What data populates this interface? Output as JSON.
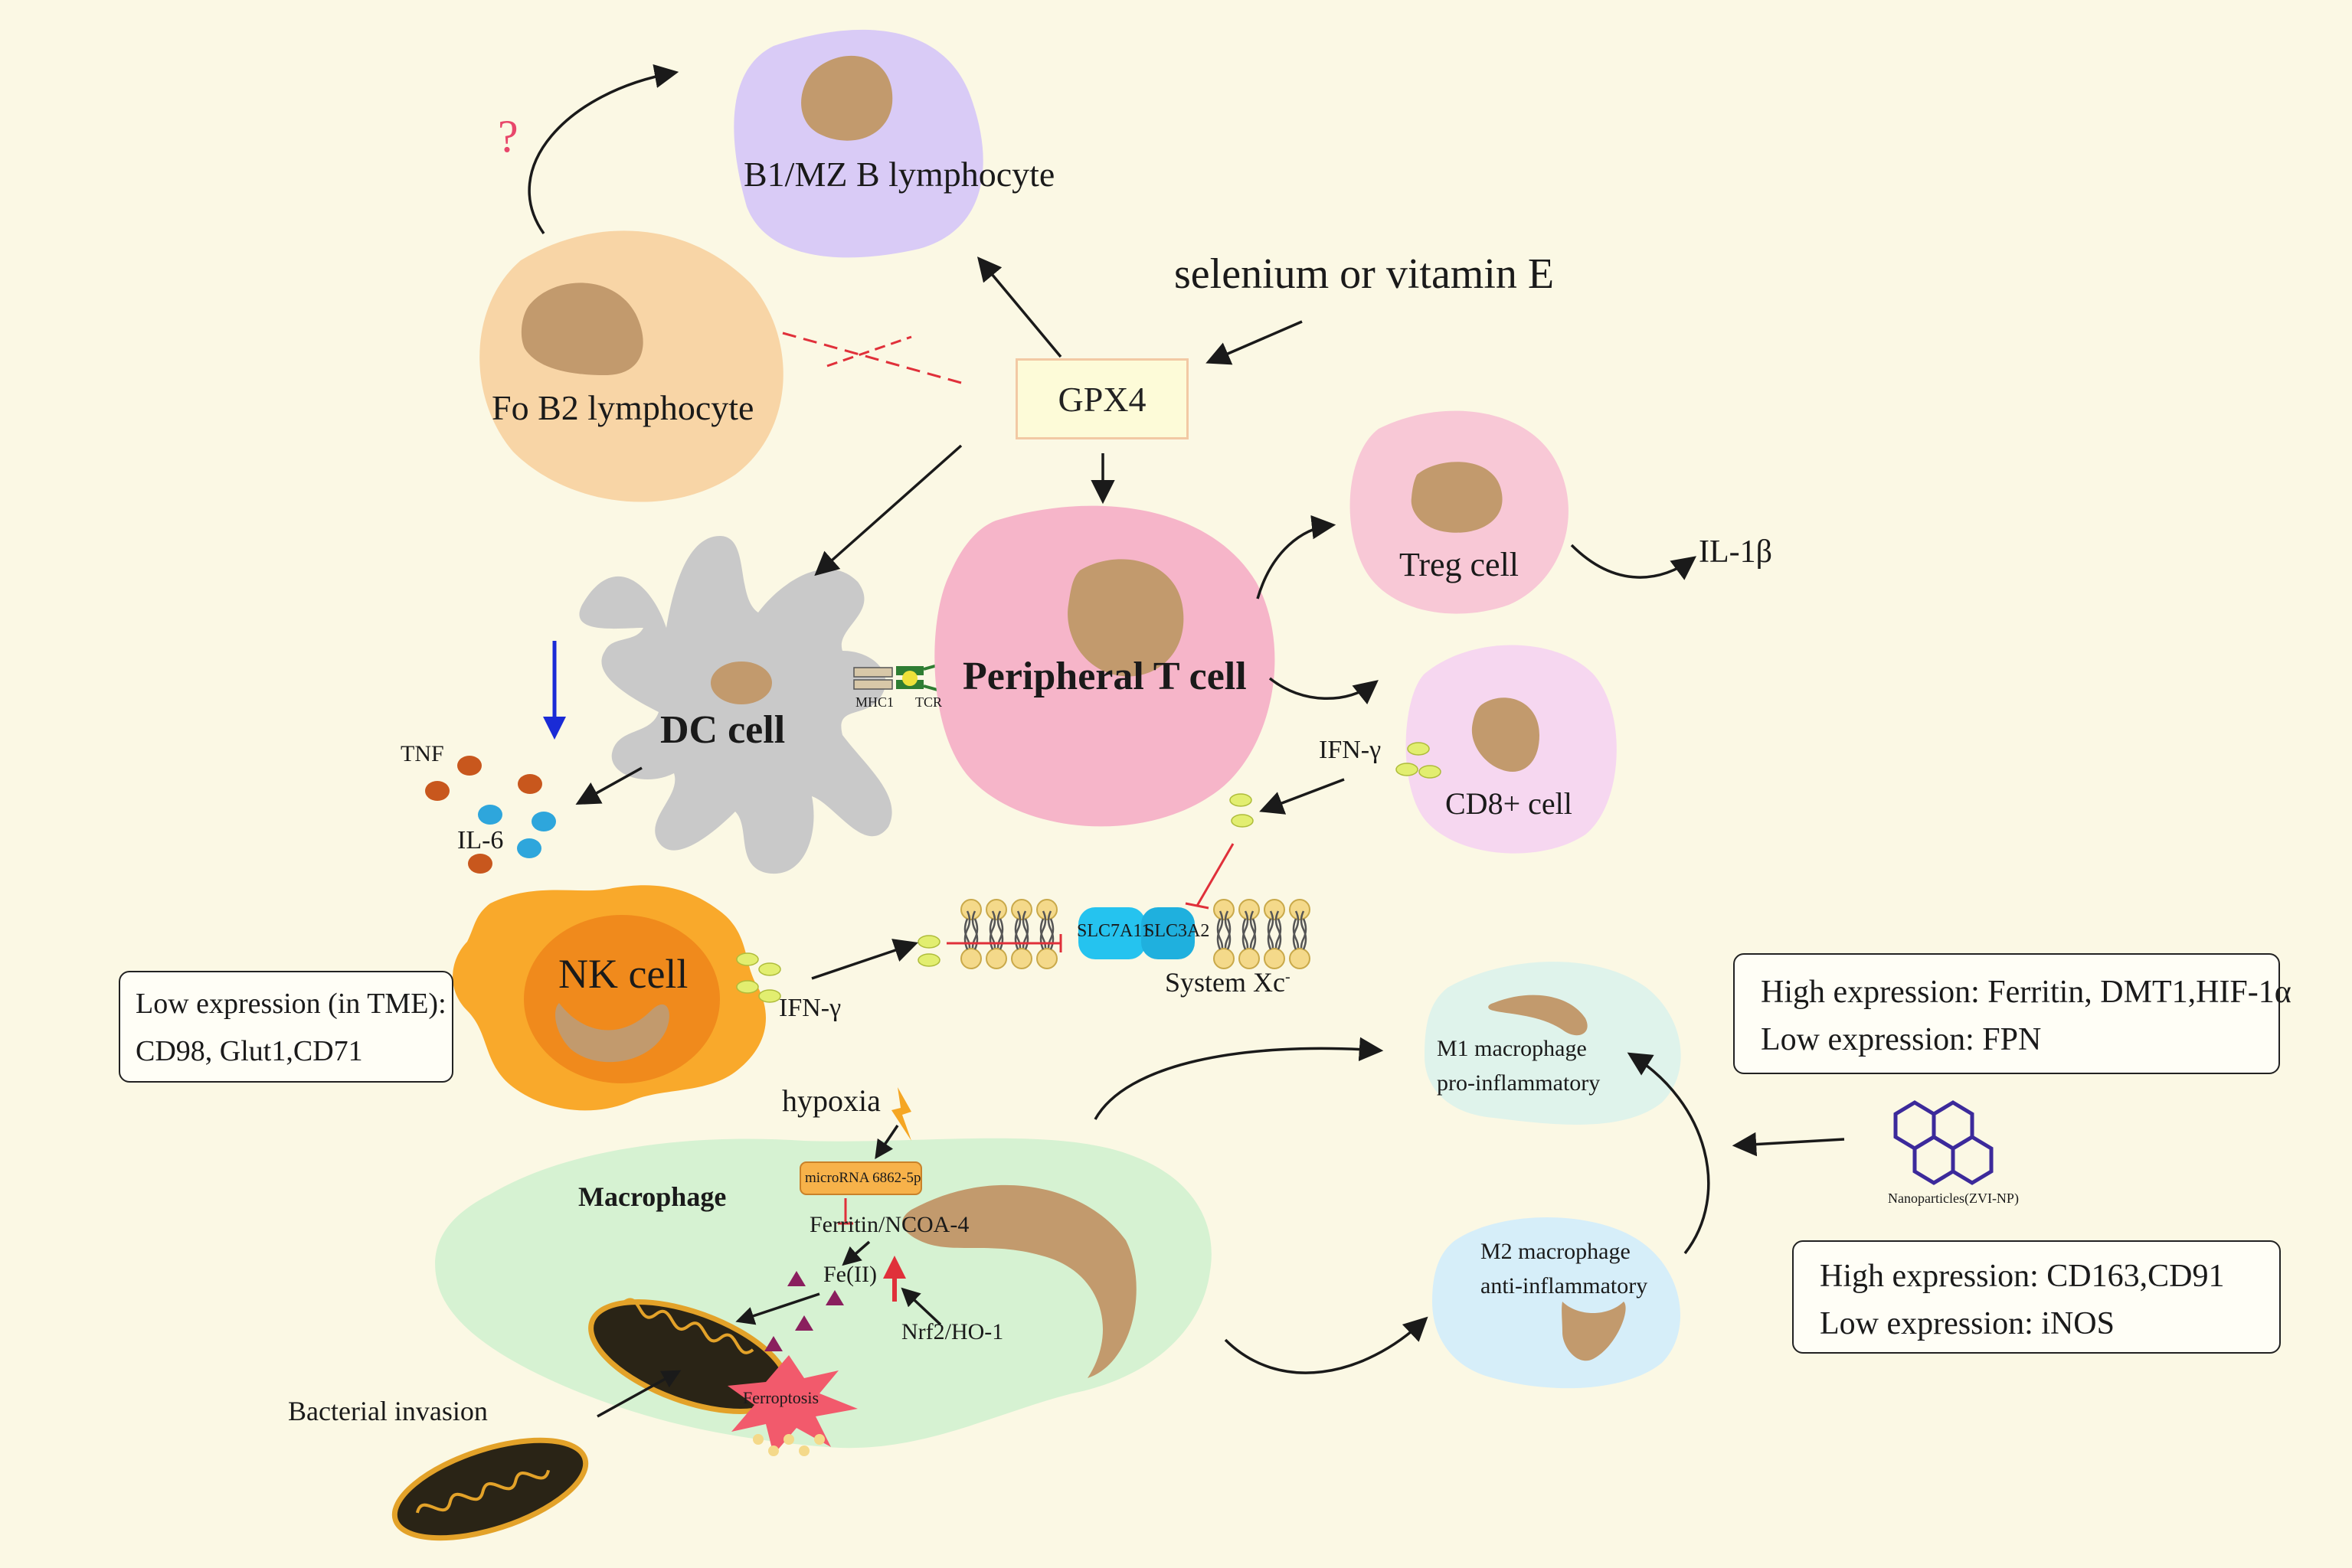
{
  "cells": {
    "b1": "B1/MZ B lymphocyte",
    "fo_b2": "Fo B2 lymphocyte",
    "dc": "DC cell",
    "peripheral_t": "Peripheral T cell",
    "treg": "Treg cell",
    "cd8": "CD8+ cell",
    "nk": "NK cell",
    "macrophage": "Macrophage",
    "m1": [
      "M1 macrophage",
      "pro-inflammatory"
    ],
    "m2": [
      "M2 macrophage",
      "anti-inflammatory"
    ]
  },
  "labels": {
    "question": "?",
    "selenium": "selenium or vitamin E",
    "gpx4": "GPX4",
    "mhc1": "MHC1",
    "tcr": "TCR",
    "tnf": "TNF",
    "il6": "IL-6",
    "il1b": "IL-1β",
    "ifn_cd8": "IFN-γ",
    "ifn_nk": "IFN-γ",
    "slc7a11": "SLC7A11",
    "slc3a2": "SLC3A2",
    "system_xc": "System Xc",
    "system_xc_sup": "-",
    "hypoxia": "hypoxia",
    "microrna": "microRNA 6862-5p",
    "ferritin_ncoa4": "Ferritin/NCOA-4",
    "fe": "Fe(II)",
    "nrf2": "Nrf2/HO-1",
    "ferroptosis": "Ferroptosis",
    "bacterial": "Bacterial invasion",
    "nanoparticles": "Nanoparticles(ZVI-NP)"
  },
  "boxes": {
    "nk_expression": [
      "Low expression (in TME):",
      "CD98, Glut1,CD71"
    ],
    "m1_expression": [
      "High expression: Ferritin, DMT1,HIF-1α",
      "Low expression: FPN"
    ],
    "m2_expression": [
      "High expression: CD163,CD91",
      "Low expression: iNOS"
    ]
  },
  "colors": {
    "background": "#fbf8e4",
    "b1_cell": "#d9cbf6",
    "fo_b2_cell": "#f8d5a6",
    "nucleus": "#c29a6d",
    "dc_cell": "#c9c9c9",
    "t_cell": "#f6b5c9",
    "treg_cell": "#f8c8d6",
    "cd8_cell": "#f6d7f0",
    "nk_cell": "#f9a92b",
    "nk_inner": "#f08a1c",
    "macrophage": "#d6f2d2",
    "m1_cell": "#dff3eb",
    "m2_cell": "#d6eef9",
    "membrane": "#f4d98a",
    "transporter": "#25c3ef",
    "ifn_dot": "#e2ee70",
    "tnf_dot": "#c8571d",
    "il6_dot": "#2ea6dc",
    "nanoparticle": "#3c2a9b",
    "blue_arrow": "#1a2bd6",
    "red_line": "#e0303a"
  }
}
